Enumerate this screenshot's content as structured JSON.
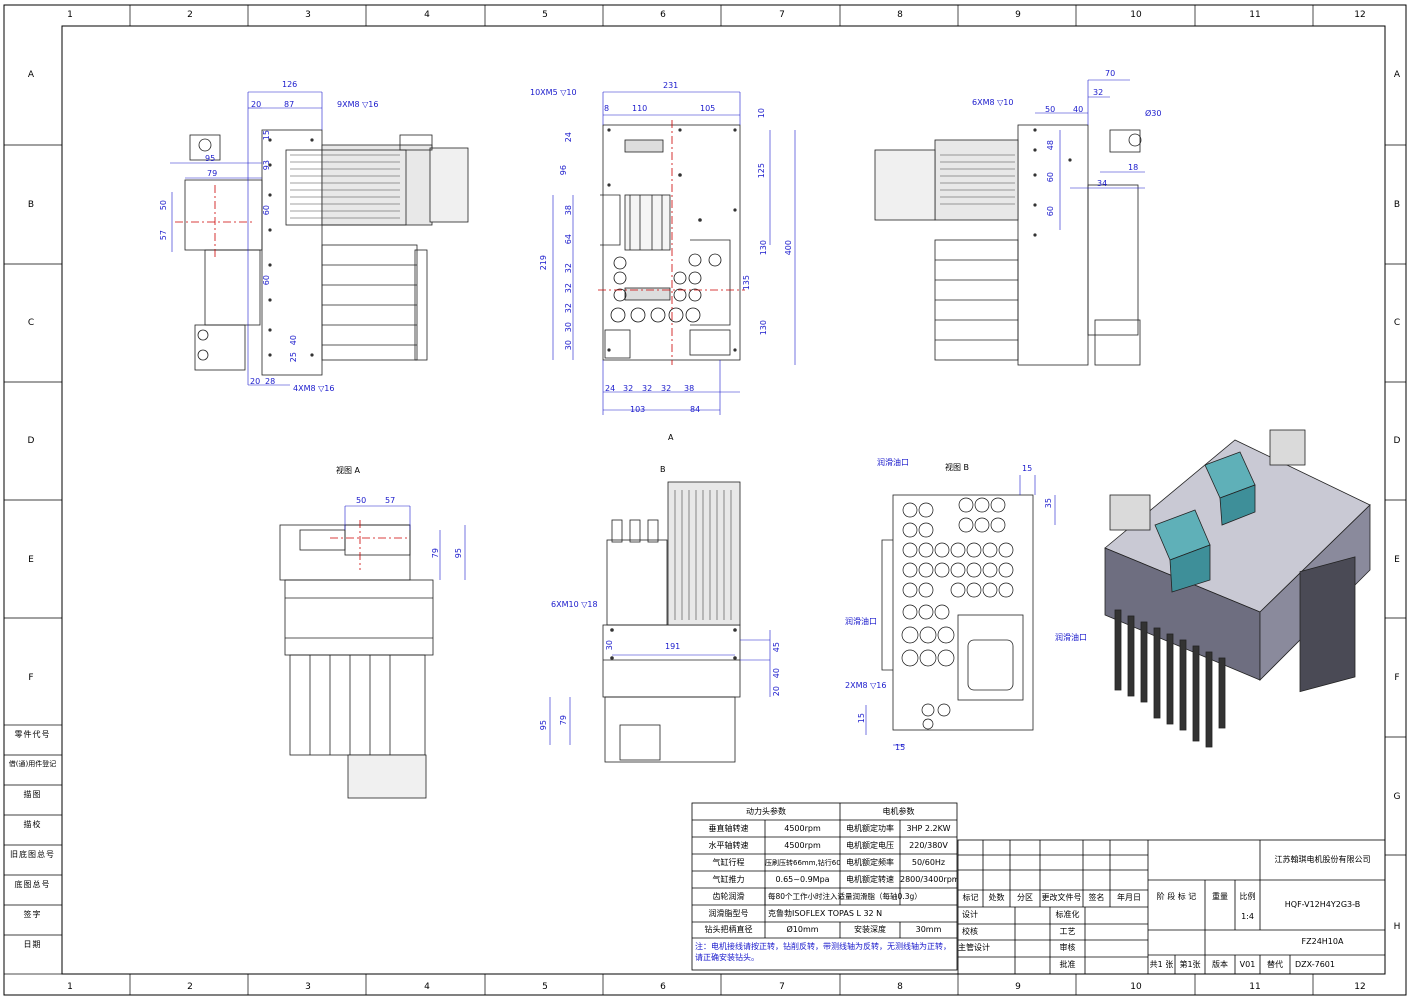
{
  "frame": {
    "top_numbers": [
      "1",
      "2",
      "3",
      "4",
      "5",
      "6",
      "7",
      "8",
      "9",
      "10",
      "11",
      "12"
    ],
    "side_letters": [
      "A",
      "B",
      "C",
      "D",
      "E",
      "F",
      "G",
      "H"
    ],
    "left_rows": [
      "零件代号",
      "借(通)用件登记",
      "描图",
      "描校",
      "旧底图总号",
      "底图总号",
      "签字",
      "日期"
    ]
  },
  "views": {
    "view_a_label": "视图 A",
    "view_b_label": "视图 B",
    "arrow_a": "A",
    "arrow_b": "B"
  },
  "dimensions": {
    "v1": [
      "126",
      "20",
      "87",
      "95",
      "79",
      "50",
      "57",
      "15",
      "93",
      "60",
      "60",
      "40",
      "25",
      "20",
      "28"
    ],
    "v1_notes": [
      "9XM8 ▽16",
      "4XM8 ▽16"
    ],
    "v2": [
      "231",
      "8",
      "110",
      "105",
      "10",
      "24",
      "96",
      "125",
      "400",
      "219",
      "38",
      "64",
      "32",
      "32",
      "32",
      "30",
      "30",
      "130",
      "135",
      "130",
      "24",
      "32",
      "32",
      "32",
      "38",
      "103",
      "84"
    ],
    "v2_notes": [
      "10XM5 ▽10"
    ],
    "v3": [
      "70",
      "32",
      "50",
      "40",
      "48",
      "60",
      "60",
      "34",
      "18",
      "Ø30"
    ],
    "v3_notes": [
      "6XM8 ▽10"
    ],
    "v4": [
      "50",
      "57",
      "79",
      "95"
    ],
    "v5": [
      "191",
      "30",
      "45",
      "40",
      "20",
      "79",
      "95"
    ],
    "v5_notes": [
      "6XM10 ▽18"
    ],
    "v6": [
      "15",
      "35",
      "15",
      "15"
    ],
    "v6_notes": [
      "润滑油口",
      "润滑油口",
      "润滑油口",
      "2XM8 ▽16"
    ]
  },
  "params": {
    "power_head_header": "动力头参数",
    "motor_header": "电机参数",
    "rows": [
      {
        "a": "垂直轴转速",
        "b": "4500rpm",
        "c": "电机额定功率",
        "d": "3HP 2.2KW"
      },
      {
        "a": "水平轴转速",
        "b": "4500rpm",
        "c": "电机额定电压",
        "d": "220/380V"
      },
      {
        "a": "气缸行程",
        "b": "压刷压转66mm,钻行60mm",
        "c": "电机额定频率",
        "d": "50/60Hz"
      },
      {
        "a": "气缸推力",
        "b": "0.65~0.9Mpa",
        "c": "电机额定转速",
        "d": "2800/3400rpm"
      }
    ],
    "gear_label": "齿轮润滑",
    "gear_value": "每80个工作小时注入适量润滑脂（每轴0.3g）",
    "grease_label": "润滑脂型号",
    "grease_value": "克鲁勃ISOFLEX TOPAS L 32 N",
    "chuck_label": "钻头把柄直径",
    "chuck_value": "Ø10mm",
    "depth_label": "安装深度",
    "depth_value": "30mm",
    "note": "注：电机接线请按正转，钻削反转，带测线轴为反转，无测线轴为正转，请正确安装钻头。"
  },
  "title_block": {
    "company": "江苏翰琪电机股份有限公司",
    "drawing_no": "HQF-V12H4Y2G3-B",
    "part_code": "FZ24H10A",
    "rev_headers": [
      "标记",
      "处数",
      "分区",
      "更改文件号",
      "签名",
      "年月日"
    ],
    "left_roles": [
      "设计",
      "校核",
      "主管设计"
    ],
    "mid_roles": [
      "标准化",
      "工艺",
      "审核",
      "批准"
    ],
    "stage_label": "阶 段 标 记",
    "weight_label": "重量",
    "scale_label": "比例",
    "scale_value": "1:4",
    "sheet_total": "共1 张",
    "sheet_no": "第1张",
    "version_label": "版本",
    "version_value": "V01",
    "replace_label": "替代",
    "replace_value": "DZX-7601"
  }
}
